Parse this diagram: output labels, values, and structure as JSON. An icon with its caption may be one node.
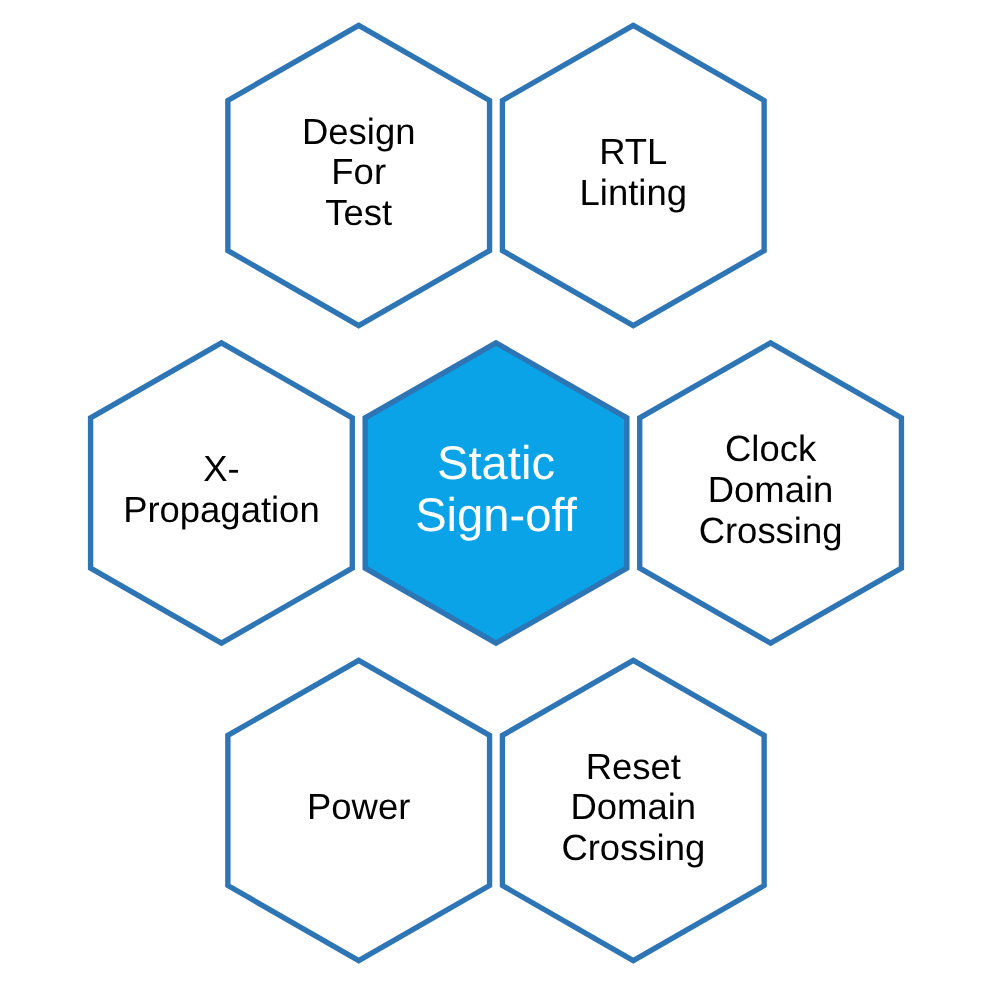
{
  "diagram": {
    "nodes": [
      {
        "text": [
          "Design For Test"
        ]
      },
      {
        "text": [
          "RTL Linting"
        ]
      },
      {
        "text": [
          "X- Propagation"
        ]
      },
      {
        "text": [
          "Static Sign-off"
        ]
      },
      {
        "text": [
          "Clock Domain Crossing"
        ]
      },
      {
        "text": [
          "Power"
        ]
      },
      {
        "text": [
          "Reset Domain Crossing"
        ]
      }
    ],
    "edges": []
  }
}
